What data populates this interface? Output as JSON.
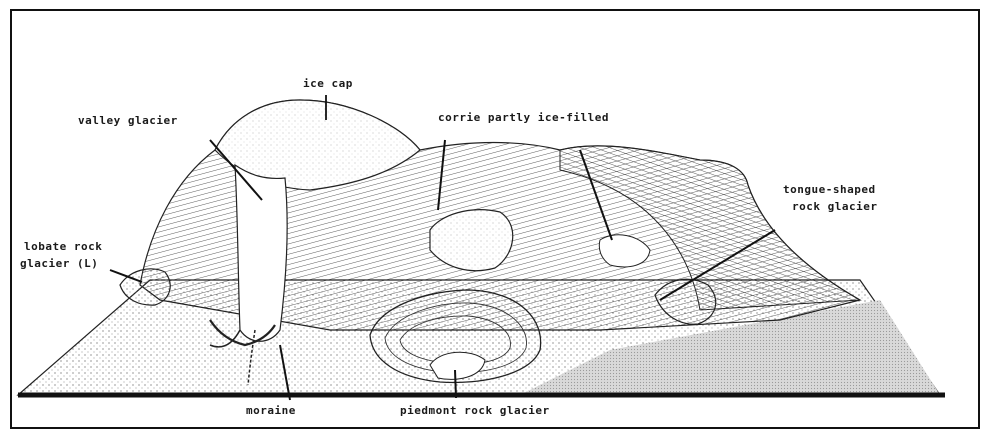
{
  "labels": {
    "ice_cap": "ice cap",
    "valley_glacier": "valley glacier",
    "corrie": "corrie partly ice-filled",
    "tongue_line1": "tongue-shaped",
    "tongue_line2": "rock glacier",
    "lobate_line1": "lobate rock",
    "lobate_line2": "glacier (L)",
    "moraine": "moraine",
    "piedmont": "piedmont rock glacier"
  }
}
